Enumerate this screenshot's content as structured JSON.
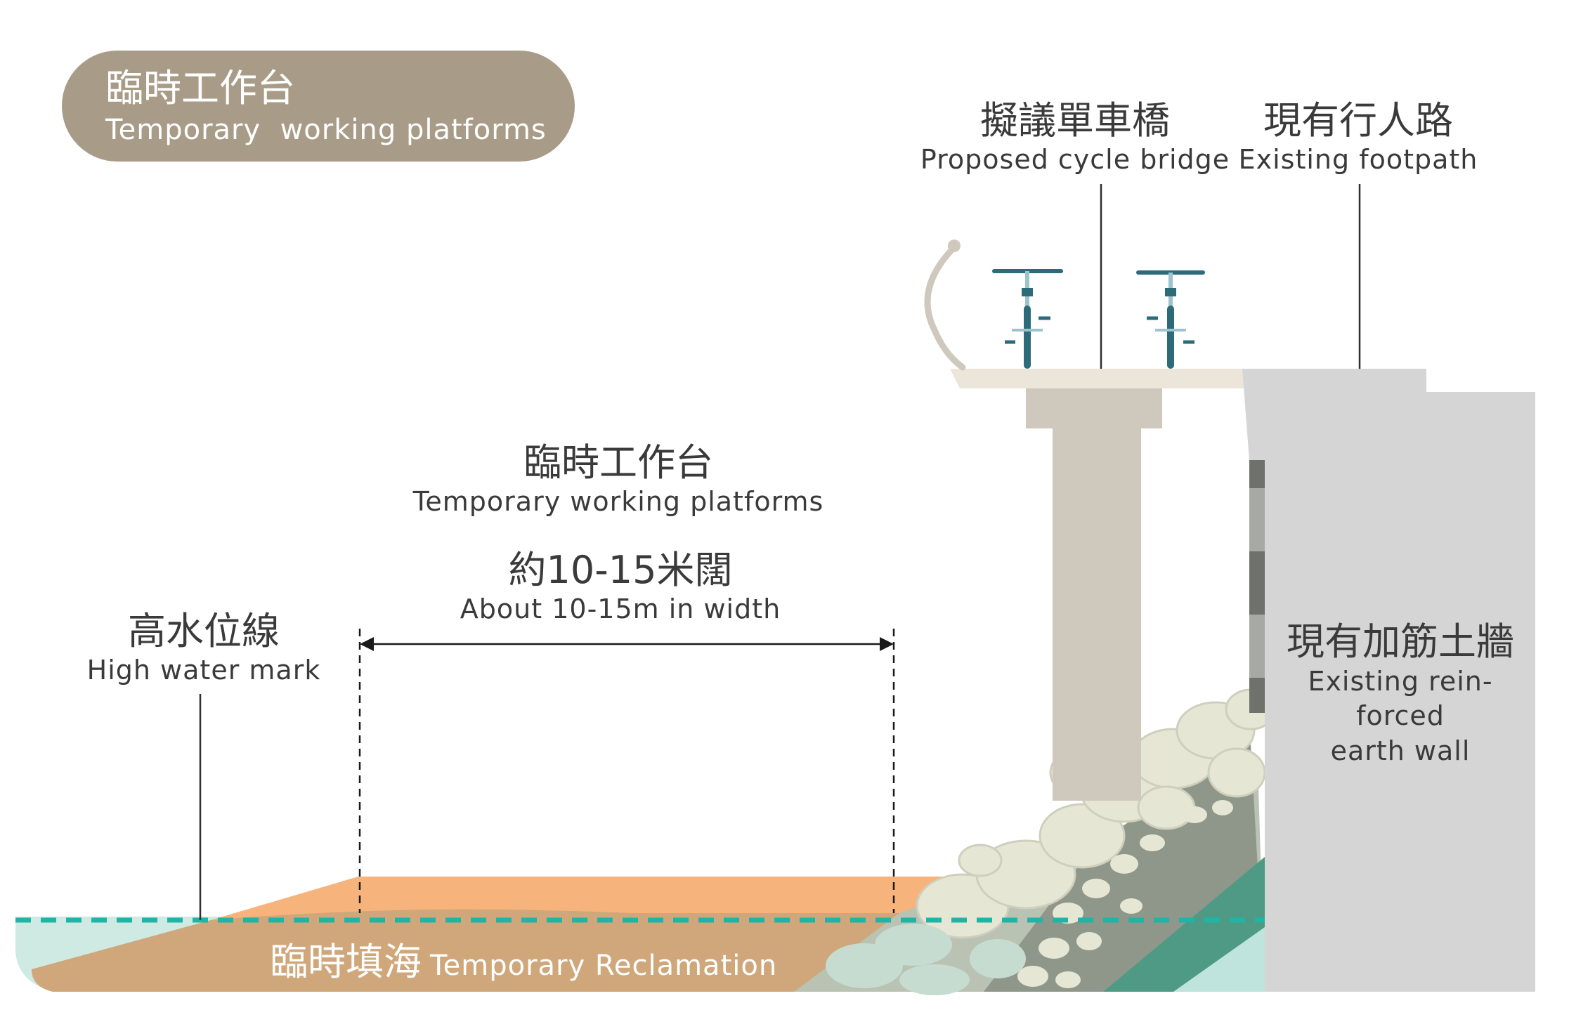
{
  "header_badge": {
    "zh": "臨時工作台",
    "en": "Temporary  working platforms"
  },
  "labels": {
    "bridge": {
      "zh": "擬議單車橋",
      "en": "Proposed cycle bridge"
    },
    "footpath": {
      "zh": "現有行人路",
      "en": "Existing footpath"
    },
    "platform": {
      "zh": "臨時工作台",
      "en": "Temporary working platforms"
    },
    "width": {
      "zh": "約10-15米闊",
      "en": "About 10-15m in width"
    },
    "water": {
      "zh": "高水位線",
      "en": "High water mark"
    },
    "wall": {
      "zh": "現有加筋土牆",
      "en_line1": "Existing rein-",
      "en_line2": "forced",
      "en_line3": "earth wall"
    },
    "reclamation": {
      "zh": "臨時填海",
      "en": "Temporary Reclamation"
    }
  },
  "colors": {
    "badge": "#a89c88",
    "platform_orange": "#f6b47c",
    "reclamation_tan": "#cfa77a",
    "water_teal": "#cfe9e3",
    "dashed_line": "#1fb5a6",
    "concrete": "#cfc8bd",
    "deck": "#ece6da",
    "wall_grey": "#d5d5d5",
    "rock": "#e6e6d4",
    "rock_dark": "#9a9e92",
    "slope_green": "#4f9a84",
    "bike": "#2e6b7a"
  }
}
